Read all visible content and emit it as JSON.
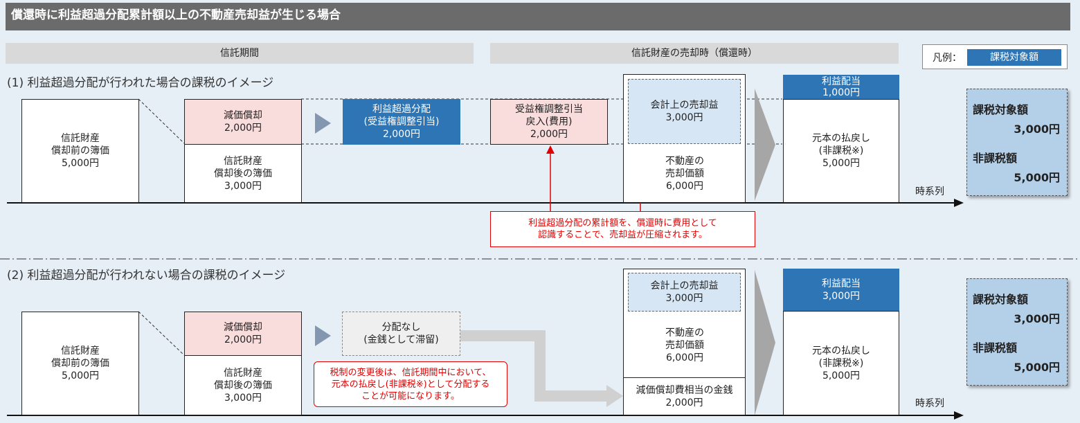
{
  "header": {
    "title": "償還時に利益超過分配累計額以上の不動産売却益が生じる場合"
  },
  "bands": {
    "trust_period": "信託期間",
    "sale_time": "信託財産の売却時（償還時）"
  },
  "legend": {
    "label": "凡例：",
    "swatch": "課税対象額"
  },
  "section1": {
    "title": "(1) 利益超過分配が行われた場合の課税のイメージ",
    "book_value_before": "信託財産\n償却前の簿価\n5,000円",
    "depreciation": "減価償却\n2,000円",
    "book_value_after": "信託財産\n償却後の簿価\n3,000円",
    "excess_distribution": "利益超過分配\n(受益権調整引当)\n2,000円",
    "reversal": "受益権調整引当\n戻入(費用)\n2,000円",
    "accounting_gain": "会計上の売却益\n3,000円",
    "sale_price": "不動産の\n売却価額\n6,000円",
    "profit_distribution": "利益配当\n1,000円",
    "principal_return": "元本の払戻し\n(非課税※)\n5,000円",
    "timeline": "時系列",
    "note": "利益超過分配の累計額を、償還時に費用として\n認識することで、売却益が圧縮されます。",
    "tax": {
      "taxable_label": "課税対象額",
      "taxable_value": "3,000円",
      "nontax_label": "非課税額",
      "nontax_value": "5,000円"
    }
  },
  "section2": {
    "title": "(2) 利益超過分配が行われない場合の課税のイメージ",
    "book_value_before": "信託財産\n償却前の簿価\n5,000円",
    "depreciation": "減価償却\n2,000円",
    "book_value_after": "信託財産\n償却後の簿価\n3,000円",
    "no_distribution": "分配なし\n(金銭として滞留)",
    "accounting_gain": "会計上の売却益\n3,000円",
    "sale_price": "不動産の\n売却価額\n6,000円",
    "depreciation_cash": "減価償却費相当の金銭\n2,000円",
    "profit_distribution": "利益配当\n3,000円",
    "principal_return": "元本の払戻し\n(非課税※)\n5,000円",
    "timeline": "時系列",
    "note": "税制の変更後は、信託期間中において、\n元本の払戻し(非課税※)として分配する\nことが可能になります。",
    "tax": {
      "taxable_label": "課税対象額",
      "taxable_value": "3,000円",
      "nontax_label": "非課税額",
      "nontax_value": "5,000円"
    }
  },
  "colors": {
    "header_bg": "#6b6b6b",
    "band_bg": "#d9d9d9",
    "accent_blue": "#2e75b6",
    "pink": "#f9dcdc",
    "light_blue": "#d6e6f4",
    "tax_blue": "#b4cfe8",
    "red": "#e00000"
  }
}
